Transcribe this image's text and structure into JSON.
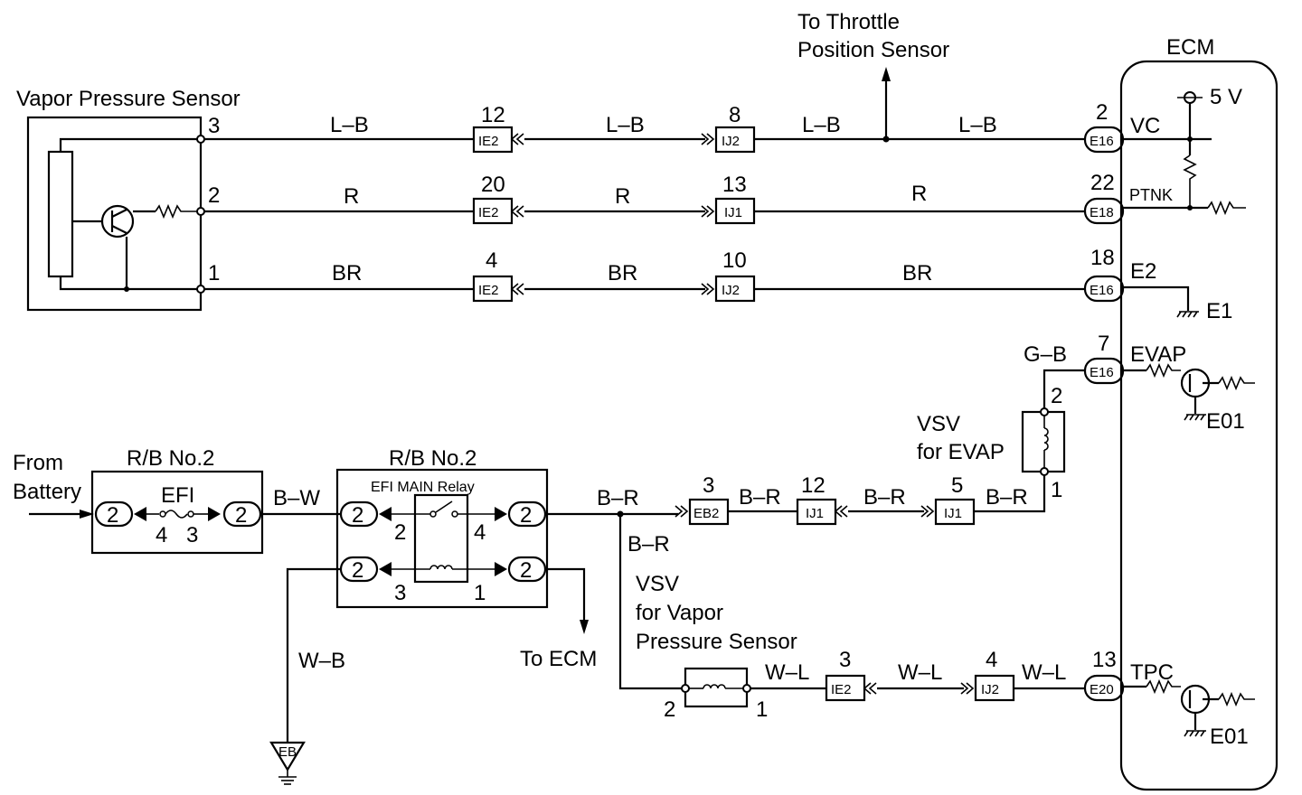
{
  "vapor_sensor": {
    "title": "Vapor Pressure Sensor",
    "pins": [
      "3",
      "2",
      "1"
    ]
  },
  "throttle": {
    "line1": "To Throttle",
    "line2": "Position Sensor"
  },
  "ecm": {
    "title": "ECM",
    "supply": "5 V",
    "terminals": {
      "vc": "VC",
      "ptnk": "PTNK",
      "e2": "E2",
      "e1": "E1",
      "evap": "EVAP",
      "e01_a": "E01",
      "tpc": "TPC",
      "e01_b": "E01"
    }
  },
  "wires": {
    "lb": "L–B",
    "r": "R",
    "br": "BR",
    "gb": "G–B",
    "bw": "B–W",
    "brr": "B–R",
    "wl": "W–L",
    "wb": "W–B"
  },
  "connectors": {
    "ie2": "IE2",
    "ij2": "IJ2",
    "ij1": "IJ1",
    "e16": "E16",
    "e18": "E18",
    "e20": "E20",
    "eb2": "EB2",
    "eb": "EB",
    "fuse_pin": "2"
  },
  "pin_numbers": {
    "row1": [
      "12",
      "8",
      "2"
    ],
    "row2": [
      "20",
      "13",
      "22"
    ],
    "row3": [
      "4",
      "10",
      "18"
    ],
    "evap_pin": "7",
    "vsv_evap": [
      "2",
      "1"
    ],
    "eb2_row": [
      "3",
      "12",
      "5"
    ],
    "tpc_row": [
      "3",
      "4",
      "13"
    ],
    "vsv_vps": [
      "2",
      "1"
    ],
    "fuse": [
      "4",
      "3"
    ],
    "relay": [
      "2",
      "4",
      "3",
      "1"
    ]
  },
  "power": {
    "from1": "From",
    "from2": "Battery",
    "rb_left": "R/B No.2",
    "fuse": "EFI",
    "rb_right": "R/B No.2",
    "relay": "EFI MAIN Relay",
    "to_ecm": "To ECM"
  },
  "vsv_evap": {
    "line1": "VSV",
    "line2": "for EVAP"
  },
  "vsv_vps": {
    "line1": "VSV",
    "line2": "for Vapor",
    "line3": "Pressure Sensor"
  }
}
